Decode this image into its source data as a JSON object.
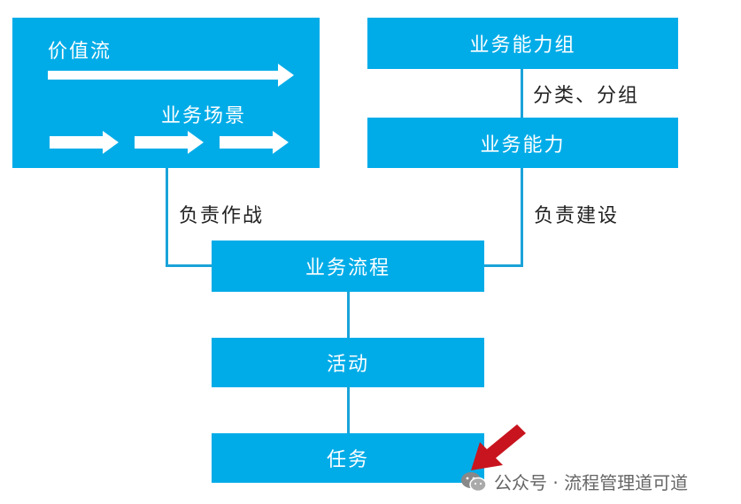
{
  "value_stream": {
    "title": "价值流",
    "scenario_label": "业务场景"
  },
  "boxes": {
    "capability_group": "业务能力组",
    "capability": "业务能力",
    "process": "业务流程",
    "activity": "活动",
    "task": "任务"
  },
  "labels": {
    "classify_group": "分类、分组",
    "responsible_combat": "负责作战",
    "responsible_build": "负责建设"
  },
  "watermark": {
    "text": "公众号 · 流程管理道可道",
    "icon": "wechat-icon"
  },
  "colors": {
    "box_fill": "#00ace8",
    "connector": "#1aa3d9",
    "pointer_arrow": "#c8141e"
  }
}
